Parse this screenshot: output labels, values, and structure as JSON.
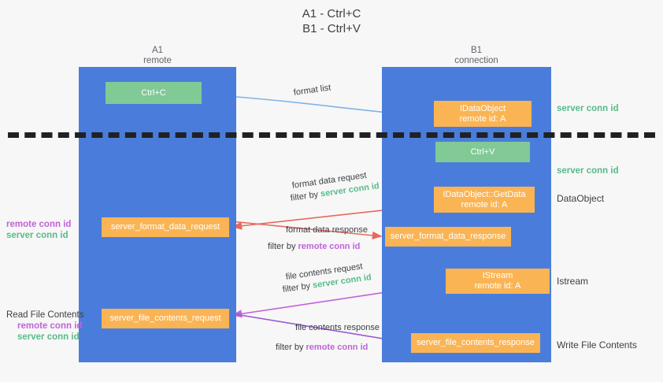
{
  "title": "A1 - Ctrl+C\nB1 - Ctrl+V",
  "lanes": [
    {
      "name": "lane-a",
      "title": "A1",
      "subtitle": "remote",
      "label": "A1\nremote"
    },
    {
      "name": "lane-b",
      "title": "B1",
      "subtitle": "connection",
      "label": "B1\nconnection"
    }
  ],
  "nodes": {
    "ctrl_c": {
      "label": "Ctrl+C",
      "color": "#81c995"
    },
    "idataobject": {
      "line1": "IDataObject",
      "line2": "remote id: A",
      "label": "IDataObject\nremote id: A",
      "color": "#fbb454"
    },
    "ctrl_v": {
      "label": "Ctrl+V",
      "color": "#81c995"
    },
    "getdata": {
      "line1": "IDataObject::GetData",
      "line2": "remote id: A",
      "label": "IDataObject::GetData\nremote id: A",
      "color": "#fbb454"
    },
    "istream": {
      "line1": "IStream",
      "line2": "remote id: A",
      "label": "IStream\nremote id: A",
      "color": "#fbb454"
    },
    "server_format_data_request": {
      "label": "server_format_data_request",
      "color": "#fbb454"
    },
    "server_format_data_response": {
      "label": "server_format_data_response",
      "color": "#fbb454"
    },
    "server_file_contents_request": {
      "label": "server_file_contents_request",
      "color": "#fbb454"
    },
    "server_file_contents_response": {
      "label": "server_file_contents_response",
      "color": "#fbb454"
    }
  },
  "edges": {
    "format_list": {
      "label": "format list"
    },
    "format_data_request": {
      "line1": "format data request",
      "filter_prefix": "filter by ",
      "filter_value": "server conn id"
    },
    "format_data_response": {
      "line1": "format data response",
      "filter_prefix": "filter by ",
      "filter_value": "remote conn id"
    },
    "file_contents_request": {
      "line1": "file contents request",
      "filter_prefix": "filter by ",
      "filter_value": "server conn id"
    },
    "file_contents_response": {
      "line1": "file contents response",
      "filter_prefix": "filter by ",
      "filter_value": "remote conn id"
    }
  },
  "annotations": {
    "server_conn_id_top": "server conn id",
    "server_conn_id_mid": "server conn id",
    "dataobject": "DataObject",
    "istream": "Istream",
    "write_file_contents": "Write File Contents",
    "read_file_contents": "Read File Contents",
    "remote_conn_id": "remote conn id",
    "server_conn_id": "server conn id"
  },
  "colors": {
    "lane": "#4a7ddb",
    "green_node": "#81c995",
    "orange_node": "#fbb454",
    "green_text": "#57bb8a",
    "purple_text": "#c162d8",
    "arrow_blue": "#7cb5e8",
    "arrow_red": "#e8685c",
    "arrow_magenta": "#c162d8",
    "arrow_purple": "#9b59d0",
    "arrow_black": "#202124",
    "background": "#f7f7f7"
  }
}
